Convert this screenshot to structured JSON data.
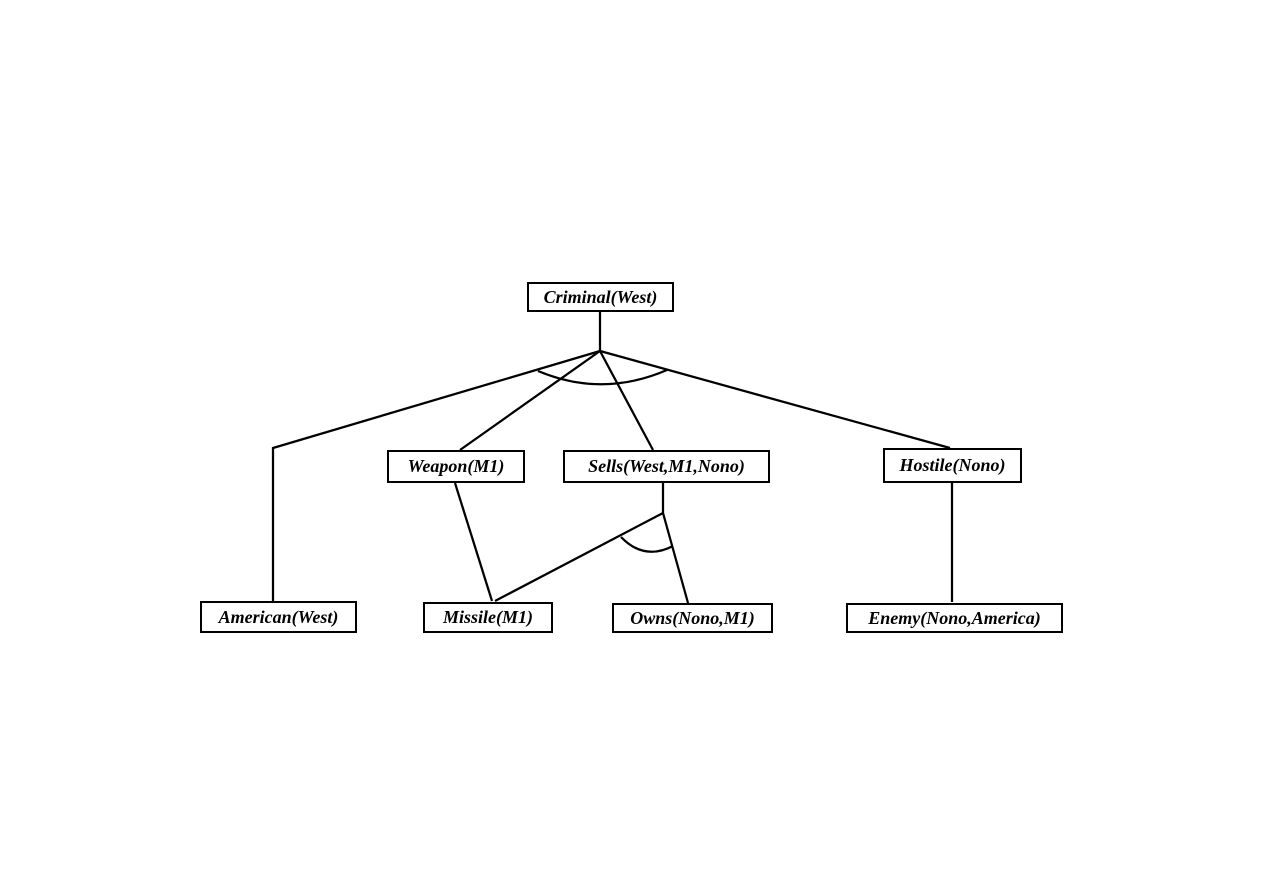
{
  "diagram": {
    "type": "proof-tree",
    "description": "Backward-chaining proof tree for Criminal(West)",
    "colors": {
      "background": "#ffffff",
      "line": "#000000",
      "box_fill": "#ffffff",
      "box_border": "#000000",
      "text": "#000000"
    },
    "nodes": {
      "criminal": "Criminal(West)",
      "weapon": "Weapon(M1)",
      "sells": "Sells(West,M1,Nono)",
      "hostile": "Hostile(Nono)",
      "american": "American(West)",
      "missile": "Missile(M1)",
      "owns": "Owns(Nono,M1)",
      "enemy": "Enemy(Nono,America)"
    },
    "edges": [
      {
        "from": "Criminal(West)",
        "to": "American(West)"
      },
      {
        "from": "Criminal(West)",
        "to": "Weapon(M1)"
      },
      {
        "from": "Criminal(West)",
        "to": "Sells(West,M1,Nono)"
      },
      {
        "from": "Criminal(West)",
        "to": "Hostile(Nono)"
      },
      {
        "from": "Weapon(M1)",
        "to": "Missile(M1)"
      },
      {
        "from": "Sells(West,M1,Nono)",
        "to": "Missile(M1)"
      },
      {
        "from": "Sells(West,M1,Nono)",
        "to": "Owns(Nono,M1)"
      },
      {
        "from": "Hostile(Nono)",
        "to": "Enemy(Nono,America)"
      }
    ],
    "and_arcs": [
      {
        "at": "Criminal(West)",
        "spans": [
          "American(West)",
          "Weapon(M1)",
          "Sells(West,M1,Nono)",
          "Hostile(Nono)"
        ]
      },
      {
        "at": "Sells(West,M1,Nono)",
        "spans": [
          "Missile(M1)",
          "Owns(Nono,M1)"
        ]
      }
    ]
  }
}
